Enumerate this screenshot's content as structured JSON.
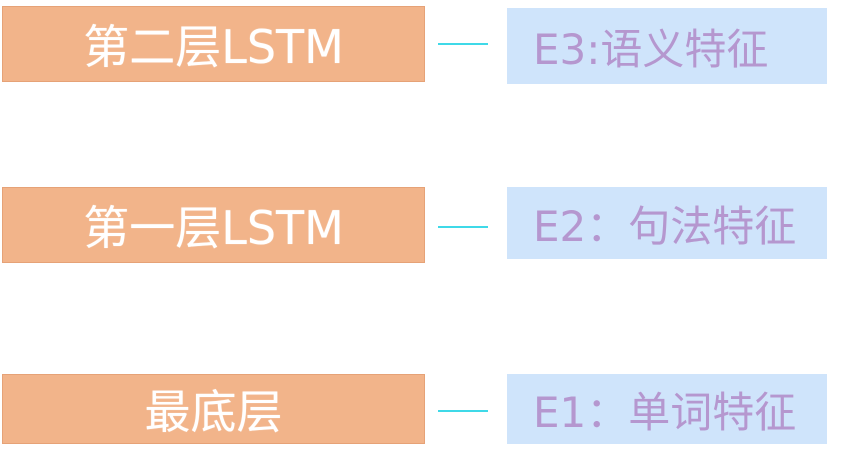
{
  "colors": {
    "layer_fill": "#f2b48a",
    "layer_text": "#ffffff",
    "connector": "#3fd9e8",
    "feature_fill": "#cfe4fb",
    "feature_text": "#b597cf"
  },
  "rows": [
    {
      "layer": "第二层LSTM",
      "feature": "E3:语义特征"
    },
    {
      "layer": "第一层LSTM",
      "feature": "E2：句法特征"
    },
    {
      "layer": "最底层",
      "feature": "E1：单词特征"
    }
  ]
}
